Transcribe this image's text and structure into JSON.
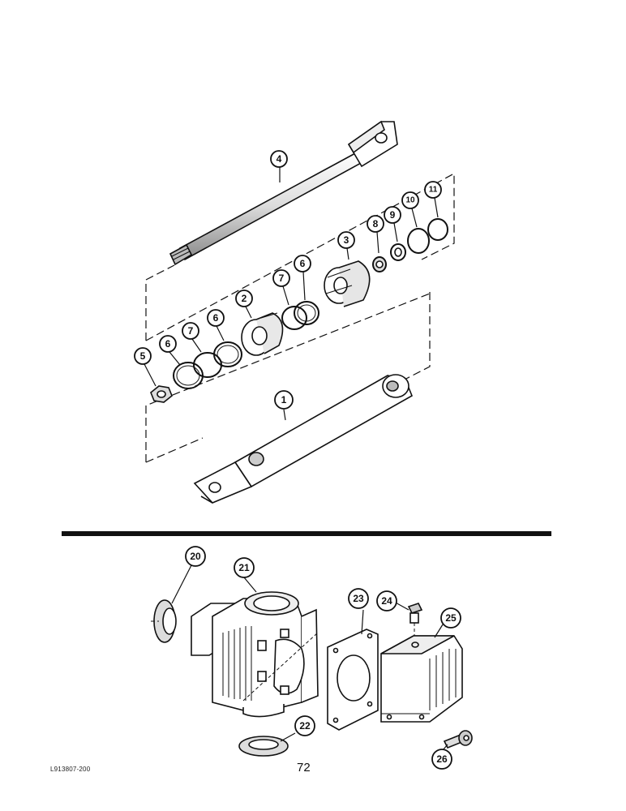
{
  "document": {
    "code": "L913807-200",
    "page_number": "72"
  },
  "callouts": {
    "c1": "1",
    "c2": "2",
    "c3": "3",
    "c4": "4",
    "c5": "5",
    "c6a": "6",
    "c6b": "6",
    "c6c": "6",
    "c7a": "7",
    "c7b": "7",
    "c8": "8",
    "c9": "9",
    "c10": "10",
    "c11": "11",
    "c20": "20",
    "c21": "21",
    "c22": "22",
    "c23": "23",
    "c24": "24",
    "c25": "25",
    "c26": "26"
  },
  "colors": {
    "ink": "#111111",
    "paper": "#ffffff",
    "shade": "#d9d9d9"
  }
}
